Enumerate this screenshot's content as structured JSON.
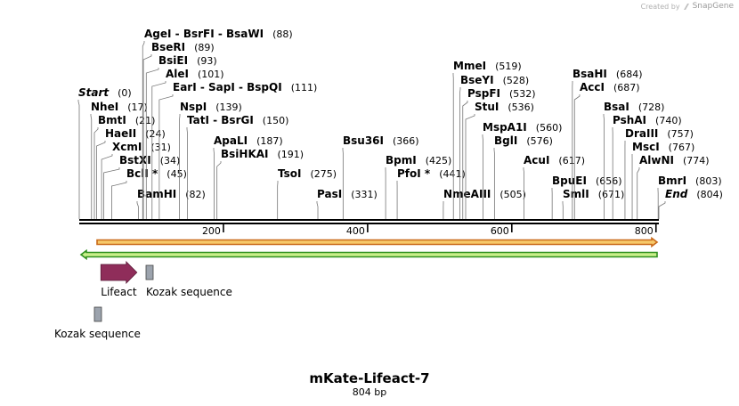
{
  "credit": {
    "prefix": "Created by",
    "brand": "SnapGene"
  },
  "map": {
    "name": "mKate-Lifeact-7",
    "length_label": "804 bp",
    "total_bp": 804
  },
  "ruler": {
    "ticks": [
      200,
      400,
      600,
      800
    ]
  },
  "enzymes": [
    {
      "name": "Start",
      "pos": 0,
      "label": "(0)",
      "italic": true
    },
    {
      "name": "NheI",
      "pos": 17,
      "label": "(17)"
    },
    {
      "name": "BmtI",
      "pos": 21,
      "label": "(21)"
    },
    {
      "name": "HaeII",
      "pos": 24,
      "label": "(24)"
    },
    {
      "name": "XcmI",
      "pos": 31,
      "label": "(31)"
    },
    {
      "name": "BstXI",
      "pos": 34,
      "label": "(34)"
    },
    {
      "name": "BclI *",
      "pos": 45,
      "label": "(45)"
    },
    {
      "name": "BamHI",
      "pos": 82,
      "label": "(82)"
    },
    {
      "name": "AgeI  -  BsrFI  -  BsaWI",
      "pos": 88,
      "label": "(88)"
    },
    {
      "name": "BseRI",
      "pos": 89,
      "label": "(89)"
    },
    {
      "name": "BsiEI",
      "pos": 93,
      "label": "(93)"
    },
    {
      "name": "AleI",
      "pos": 101,
      "label": "(101)"
    },
    {
      "name": "EarI  -  SapI  -  BspQI",
      "pos": 111,
      "label": "(111)"
    },
    {
      "name": "NspI",
      "pos": 139,
      "label": "(139)"
    },
    {
      "name": "TatI  -  BsrGI",
      "pos": 150,
      "label": "(150)"
    },
    {
      "name": "ApaLI",
      "pos": 187,
      "label": "(187)"
    },
    {
      "name": "BsiHKAI",
      "pos": 191,
      "label": "(191)"
    },
    {
      "name": "TsoI",
      "pos": 275,
      "label": "(275)"
    },
    {
      "name": "PasI",
      "pos": 331,
      "label": "(331)"
    },
    {
      "name": "Bsu36I",
      "pos": 366,
      "label": "(366)"
    },
    {
      "name": "BpmI",
      "pos": 425,
      "label": "(425)"
    },
    {
      "name": "PfoI *",
      "pos": 441,
      "label": "(441)"
    },
    {
      "name": "NmeAIII",
      "pos": 505,
      "label": "(505)"
    },
    {
      "name": "MmeI",
      "pos": 519,
      "label": "(519)"
    },
    {
      "name": "BseYI",
      "pos": 528,
      "label": "(528)"
    },
    {
      "name": "PspFI",
      "pos": 532,
      "label": "(532)"
    },
    {
      "name": "StuI",
      "pos": 536,
      "label": "(536)"
    },
    {
      "name": "MspA1I",
      "pos": 560,
      "label": "(560)"
    },
    {
      "name": "BglI",
      "pos": 576,
      "label": "(576)"
    },
    {
      "name": "AcuI",
      "pos": 617,
      "label": "(617)"
    },
    {
      "name": "BpuEI",
      "pos": 656,
      "label": "(656)"
    },
    {
      "name": "SmlI",
      "pos": 671,
      "label": "(671)"
    },
    {
      "name": "BsaHI",
      "pos": 684,
      "label": "(684)"
    },
    {
      "name": "AccI",
      "pos": 687,
      "label": "(687)"
    },
    {
      "name": "BsaI",
      "pos": 728,
      "label": "(728)"
    },
    {
      "name": "PshAI",
      "pos": 740,
      "label": "(740)"
    },
    {
      "name": "DraIII",
      "pos": 757,
      "label": "(757)"
    },
    {
      "name": "MscI",
      "pos": 767,
      "label": "(767)"
    },
    {
      "name": "AlwNI",
      "pos": 774,
      "label": "(774)"
    },
    {
      "name": "BmrI",
      "pos": 803,
      "label": "(803)"
    },
    {
      "name": "End",
      "pos": 804,
      "label": "(804)",
      "italic": true
    }
  ],
  "features": [
    {
      "name": "Lifeact",
      "type": "arrow",
      "start": 30,
      "end": 80,
      "color": "#8f2d5a",
      "direction": "forward"
    },
    {
      "name": "Kozak sequence",
      "type": "box",
      "start": 93,
      "end": 102,
      "color": "#9ca3ad",
      "row": 1
    },
    {
      "name": "Kozak sequence",
      "type": "box",
      "start": 22,
      "end": 31,
      "color": "#9ca3ad",
      "row": 2
    }
  ],
  "translations": [
    {
      "direction": "forward",
      "fill": "#f7c96a",
      "stroke": "#c96a1a"
    },
    {
      "direction": "reverse",
      "fill": "#c9ef8a",
      "stroke": "#2f8f1f"
    }
  ]
}
